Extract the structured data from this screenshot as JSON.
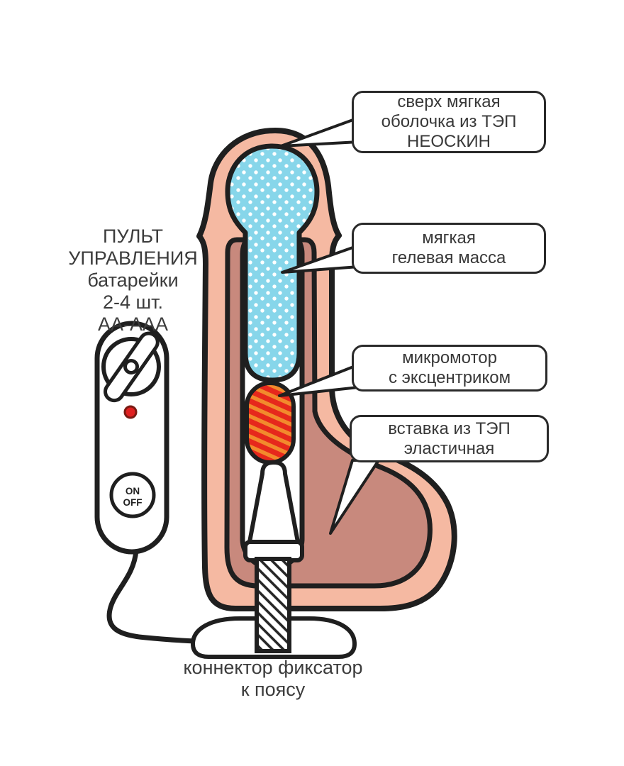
{
  "callouts": {
    "shell": {
      "line1": "сверх мягкая",
      "line2": "оболочка из ТЭП",
      "line3": "НЕОСКИН"
    },
    "gel": {
      "line1": "мягкая",
      "line2": "гелевая масса"
    },
    "motor": {
      "line1": "микромотор",
      "line2": "с эксцентриком"
    },
    "insert": {
      "line1": "вставка из ТЭП",
      "line2": "эластичная"
    }
  },
  "remote_label": {
    "line1": "ПУЛЬТ",
    "line2": "УПРАВЛЕНИЯ",
    "line3": "батарейки",
    "line4": "2-4 шт.",
    "line5": "АА-ААА"
  },
  "remote": {
    "on": "ON",
    "off": "OFF"
  },
  "base_label": {
    "line1": "коннектор фиксатор",
    "line2": "к поясу"
  },
  "colors": {
    "outline": "#1f1f1f",
    "skin": "#f5b9a2",
    "inner_sleeve": "#c8897d",
    "gel": "#87d6ea",
    "gel_dot": "#ffffff",
    "motor_red": "#e6281c",
    "motor_stripe": "#f28a2c",
    "led_red": "#e02020",
    "text": "#3c3c3c"
  }
}
